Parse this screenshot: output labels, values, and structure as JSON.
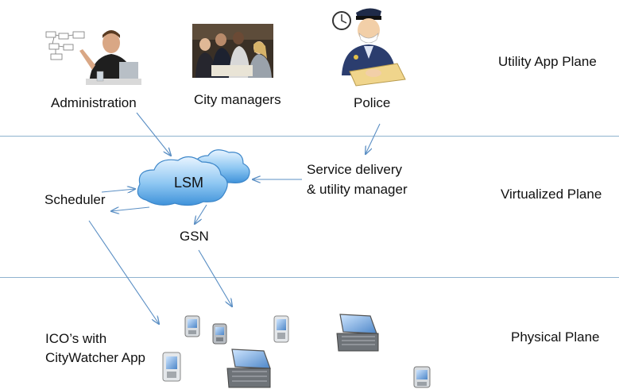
{
  "planes": {
    "utility_app": "Utility App Plane",
    "virtualized": "Virtualized Plane",
    "physical": "Physical Plane"
  },
  "actors": {
    "administration": "Administration",
    "city_managers": "City managers",
    "police": "Police"
  },
  "virtual": {
    "service_delivery_line1": "Service delivery",
    "service_delivery_line2": "& utility manager",
    "scheduler": "Scheduler",
    "lsm": "LSM",
    "gsn": "GSN"
  },
  "physical": {
    "ico_line1": "ICO’s with",
    "ico_line2": "CityWatcher App"
  },
  "colors": {
    "arrow": "#5b8fc4",
    "divider": "#8fb3cf",
    "cloud": "#5aa6e6"
  },
  "icons": [
    "admin-photo",
    "city-managers-photo",
    "police-clipart",
    "cloud-icon",
    "handheld-device-icon",
    "smartphone-icon"
  ]
}
